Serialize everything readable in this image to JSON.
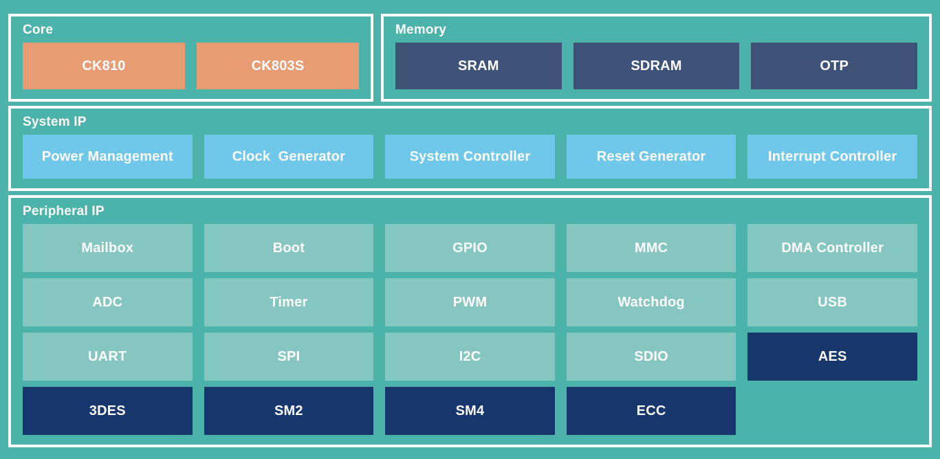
{
  "sections": {
    "core": {
      "title": "Core",
      "blocks": [
        "CK810",
        "CK803S"
      ]
    },
    "memory": {
      "title": "Memory",
      "blocks": [
        "SRAM",
        "SDRAM",
        "OTP"
      ]
    },
    "system_ip": {
      "title": "System IP",
      "blocks": [
        "Power Management",
        "Clock  Generator",
        "System Controller",
        "Reset Generator",
        "Interrupt Controller"
      ]
    },
    "peripheral_ip": {
      "title": "Peripheral IP",
      "row1": [
        "Mailbox",
        "Boot",
        "GPIO",
        "MMC",
        "DMA Controller"
      ],
      "row2": [
        "ADC",
        "Timer",
        "PWM",
        "Watchdog",
        "USB"
      ],
      "row3": [
        "UART",
        "SPI",
        "I2C",
        "SDIO",
        "AES"
      ],
      "row4": [
        "3DES",
        "SM2",
        "SM4",
        "ECC"
      ]
    }
  },
  "colors": {
    "background": "#4CB3AB",
    "section_border": "#FFFFFF",
    "core_block": "#E89C74",
    "memory_block": "#3E5377",
    "system_block": "#6FC7E9",
    "peripheral_block": "#85C6C1",
    "secure_block": "#17366B",
    "text": "#FFFFFF"
  }
}
